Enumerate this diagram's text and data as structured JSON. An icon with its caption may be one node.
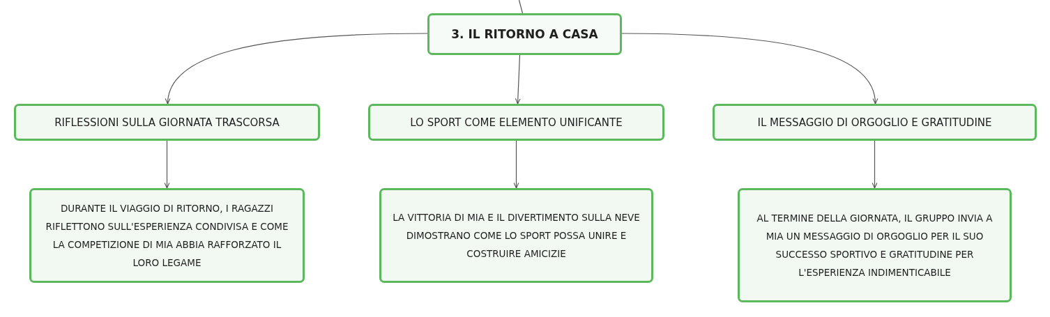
{
  "diagram": {
    "nodes": [
      {
        "text": [
          "3. IL RITORNO A CASA"
        ]
      },
      {
        "text": [
          "RIFLESSIONI SULLA GIORNATA TRASCORSA"
        ]
      },
      {
        "text": [
          "LO SPORT COME ELEMENTO UNIFICANTE"
        ]
      },
      {
        "text": [
          "IL MESSAGGIO DI ORGOGLIO E GRATITUDINE"
        ]
      },
      {
        "text": [
          "DURANTE IL VIAGGIO DI RITORNO, I RAGAZZI RIFLETTONO SULL'ESPERIENZA CONDIVISA E COME LA COMPETIZIONE DI MIA ABBIA RAFFORZATO IL LORO LEGAME"
        ]
      },
      {
        "text": [
          "LA VITTORIA DI MIA E IL DIVERTIMENTO SULLA NEVE DIMOSTRANO COME LO SPORT POSSA UNIRE E COSTRUIRE AMICIZIE"
        ]
      },
      {
        "text": [
          "AL TERMINE DELLA GIORNATA, IL GRUPPO INVIA A MIA UN MESSAGGIO DI ORGOGLIO PER IL SUO SUCCESSO SPORTIVO E GRATITUDINE PER L'ESPERIENZA INDIMENTICABILE"
        ]
      }
    ],
    "edges": [
      {
        "from": null,
        "to": 0,
        "arrow": "none"
      },
      {
        "from": 0,
        "to": 1,
        "arrow": "to"
      },
      {
        "from": 0,
        "to": 2,
        "arrow": "to"
      },
      {
        "from": 0,
        "to": 3,
        "arrow": "to"
      },
      {
        "from": 1,
        "to": 4,
        "arrow": "to"
      },
      {
        "from": 2,
        "to": 5,
        "arrow": "to"
      },
      {
        "from": 3,
        "to": 6,
        "arrow": "to"
      }
    ]
  }
}
